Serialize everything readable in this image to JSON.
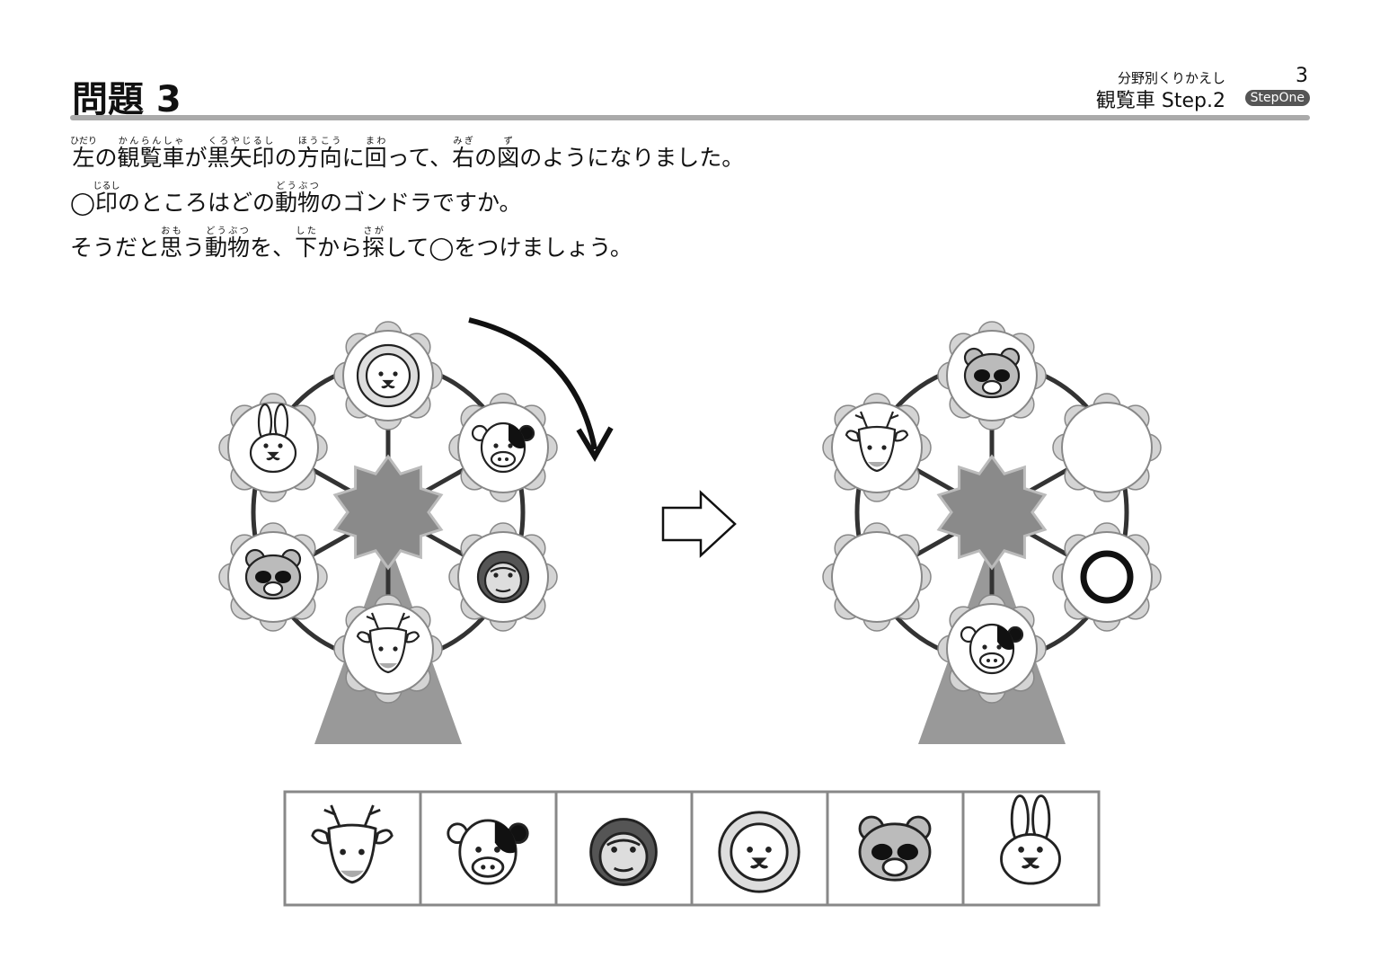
{
  "header": {
    "title": "問題 3",
    "subtitle": "分野別くりかえし",
    "sheet": "観覧車 Step.2",
    "page": "3",
    "brand": "StepOne"
  },
  "question": {
    "lines": [
      [
        [
          "左",
          "ひだり"
        ],
        [
          "の",
          ""
        ],
        [
          "観覧車",
          "かんらんしゃ"
        ],
        [
          "が",
          ""
        ],
        [
          "黒矢印",
          "くろやじるし"
        ],
        [
          "の",
          ""
        ],
        [
          "方向",
          "ほうこう"
        ],
        [
          "に",
          ""
        ],
        [
          "回",
          "まわ"
        ],
        [
          "って、",
          ""
        ],
        [
          "右",
          "みぎ"
        ],
        [
          "の",
          ""
        ],
        [
          "図",
          "ず"
        ],
        [
          "のようになりました。",
          ""
        ]
      ],
      [
        [
          "◯",
          ""
        ],
        [
          "印",
          "じるし"
        ],
        [
          "のところはどの",
          ""
        ],
        [
          "動物",
          "どうぶつ"
        ],
        [
          "のゴンドラですか。",
          ""
        ]
      ],
      [
        [
          "そうだと",
          ""
        ],
        [
          "思",
          "おも"
        ],
        [
          "う",
          ""
        ],
        [
          "動物",
          "どうぶつ"
        ],
        [
          "を、",
          ""
        ],
        [
          "下",
          "した"
        ],
        [
          "から",
          ""
        ],
        [
          "探",
          "さが"
        ],
        [
          "して◯をつけましょう。",
          ""
        ]
      ]
    ]
  },
  "left_wheel": [
    "lion",
    "cow",
    "gorilla",
    "deer",
    "raccoon",
    "rabbit"
  ],
  "right_wheel": [
    "raccoon",
    "empty",
    "answer-circle",
    "cow",
    "empty",
    "deer"
  ],
  "choices": [
    "deer",
    "cow",
    "gorilla",
    "lion",
    "raccoon",
    "rabbit"
  ],
  "colors": {
    "hub": "#8a8a8a",
    "petal": "#d4d4d4",
    "stand": "#999999",
    "rule": "#aaaaaa"
  }
}
